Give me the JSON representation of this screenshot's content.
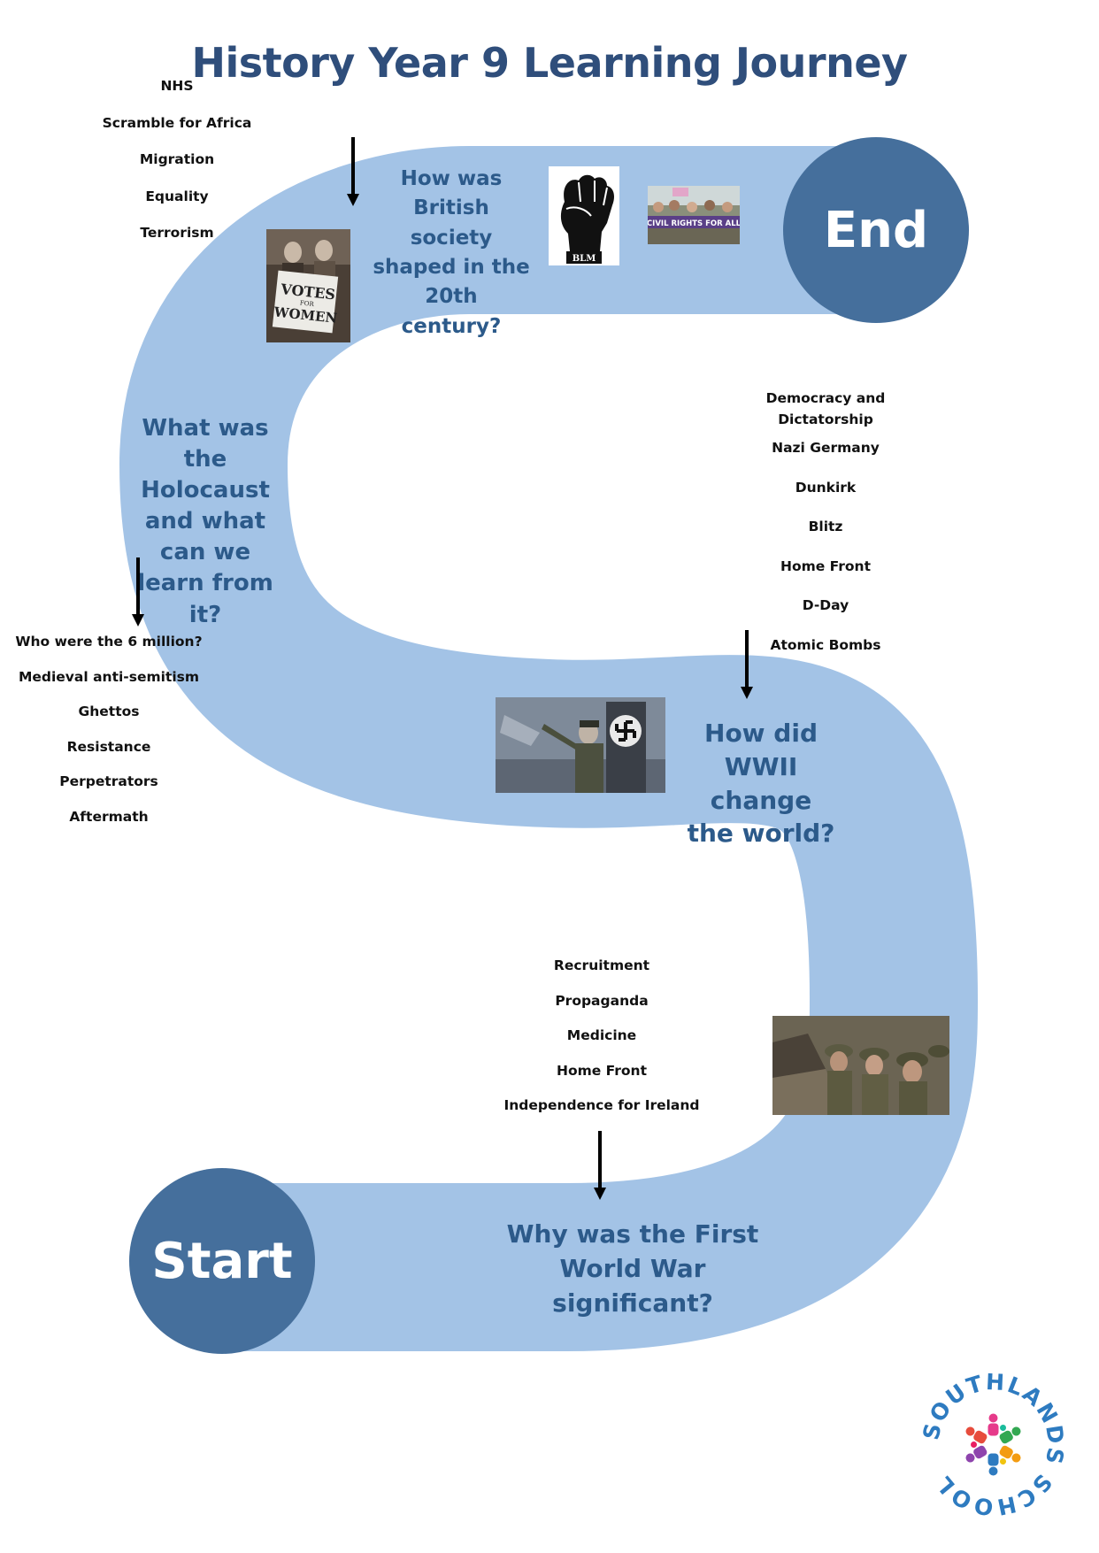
{
  "title": "History Year 9 Learning Journey",
  "nodes": {
    "start": "Start",
    "end": "End"
  },
  "questions": {
    "q1": "Why was the First World War significant?",
    "q2": "How did WWII change the world?",
    "q3": "What was the Holocaust and what can we learn from it?",
    "q4": "How was British society shaped in the 20th century?"
  },
  "topics": {
    "ww1": [
      "Recruitment",
      "Propaganda",
      "Medicine",
      "Home Front",
      "Independence for Ireland"
    ],
    "ww2": [
      "Democracy and Dictatorship",
      "Nazi Germany",
      "Dunkirk",
      "Blitz",
      "Home Front",
      "D-Day",
      "Atomic Bombs"
    ],
    "holocaust": [
      "Who were the 6 million?",
      "Medieval anti-semitism",
      "Ghettos",
      "Resistance",
      "Perpetrators",
      "Aftermath"
    ],
    "society": [
      "NHS",
      "Scramble for Africa",
      "Migration",
      "Equality",
      "Terrorism"
    ]
  },
  "images": {
    "votes_sign": "VOTES FOR WOMEN",
    "blm_label": "BLM",
    "civil_banner": "CIVIL RIGHTS FOR ALL"
  },
  "logo": {
    "text": "SOUTHLANDS SCHOOL"
  },
  "colors": {
    "road": "#a3c3e6",
    "node": "#456f9c",
    "question": "#2c5a8a",
    "title": "#2f4e7b"
  }
}
